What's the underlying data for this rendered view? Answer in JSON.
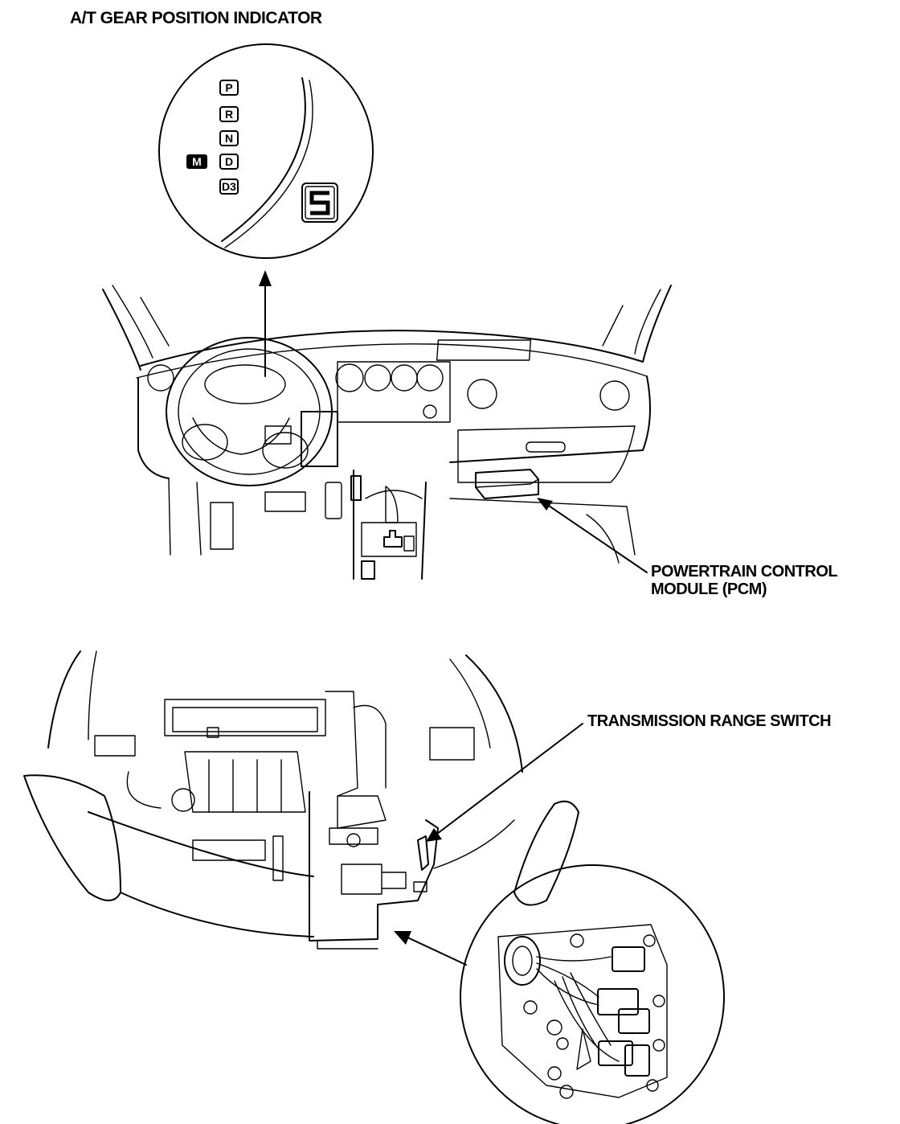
{
  "title": "A/T GEAR POSITION INDICATOR",
  "gear_indicator": {
    "positions": [
      "P",
      "R",
      "N",
      "D",
      "D3"
    ],
    "mode_label": "M",
    "display_digit": "S"
  },
  "callouts": {
    "pcm_line1": "POWERTRAIN CONTROL",
    "pcm_line2": "MODULE (PCM)",
    "transmission_range_switch": "TRANSMISSION RANGE SWITCH"
  }
}
